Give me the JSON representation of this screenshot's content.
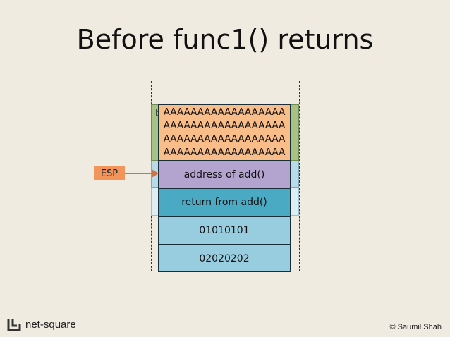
{
  "title": "Before func1() returns",
  "stack": {
    "buffer_partial_label": "b",
    "buffer_lines": [
      "AAAAAAAAAAAAAAAAAA",
      "AAAAAAAAAAAAAAAAAA",
      "AAAAAAAAAAAAAAAAAA",
      "AAAAAAAAAAAAAAAAAA"
    ],
    "address_of_add": "address of add()",
    "return_from_add": "return from add()",
    "param1": "01010101",
    "param2": "02020202"
  },
  "esp_label": "ESP",
  "footer": {
    "logo_text": "net-square",
    "copyright": "© Saumil Shah"
  },
  "colors": {
    "buffer": "#f9bd8a",
    "behind_green": "#a8c184",
    "address": "#b3a4cf",
    "return": "#4aaac4",
    "param": "#98cde0",
    "esp": "#f2955a"
  }
}
